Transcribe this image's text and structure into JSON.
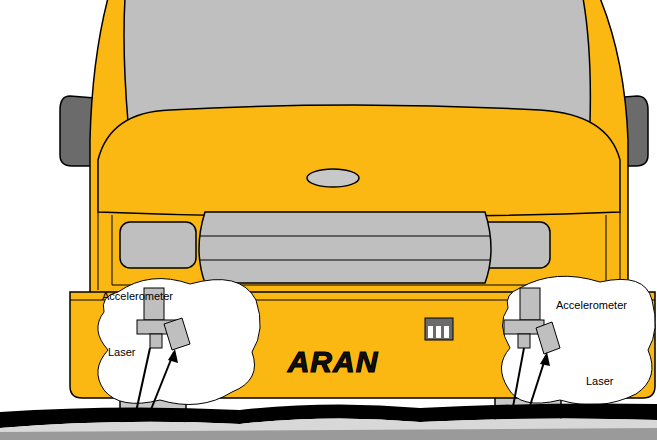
{
  "diagram": {
    "labels": [
      "Accelerometer",
      "Laser",
      "ARAN",
      "Accelerometer",
      "Laser"
    ]
  }
}
